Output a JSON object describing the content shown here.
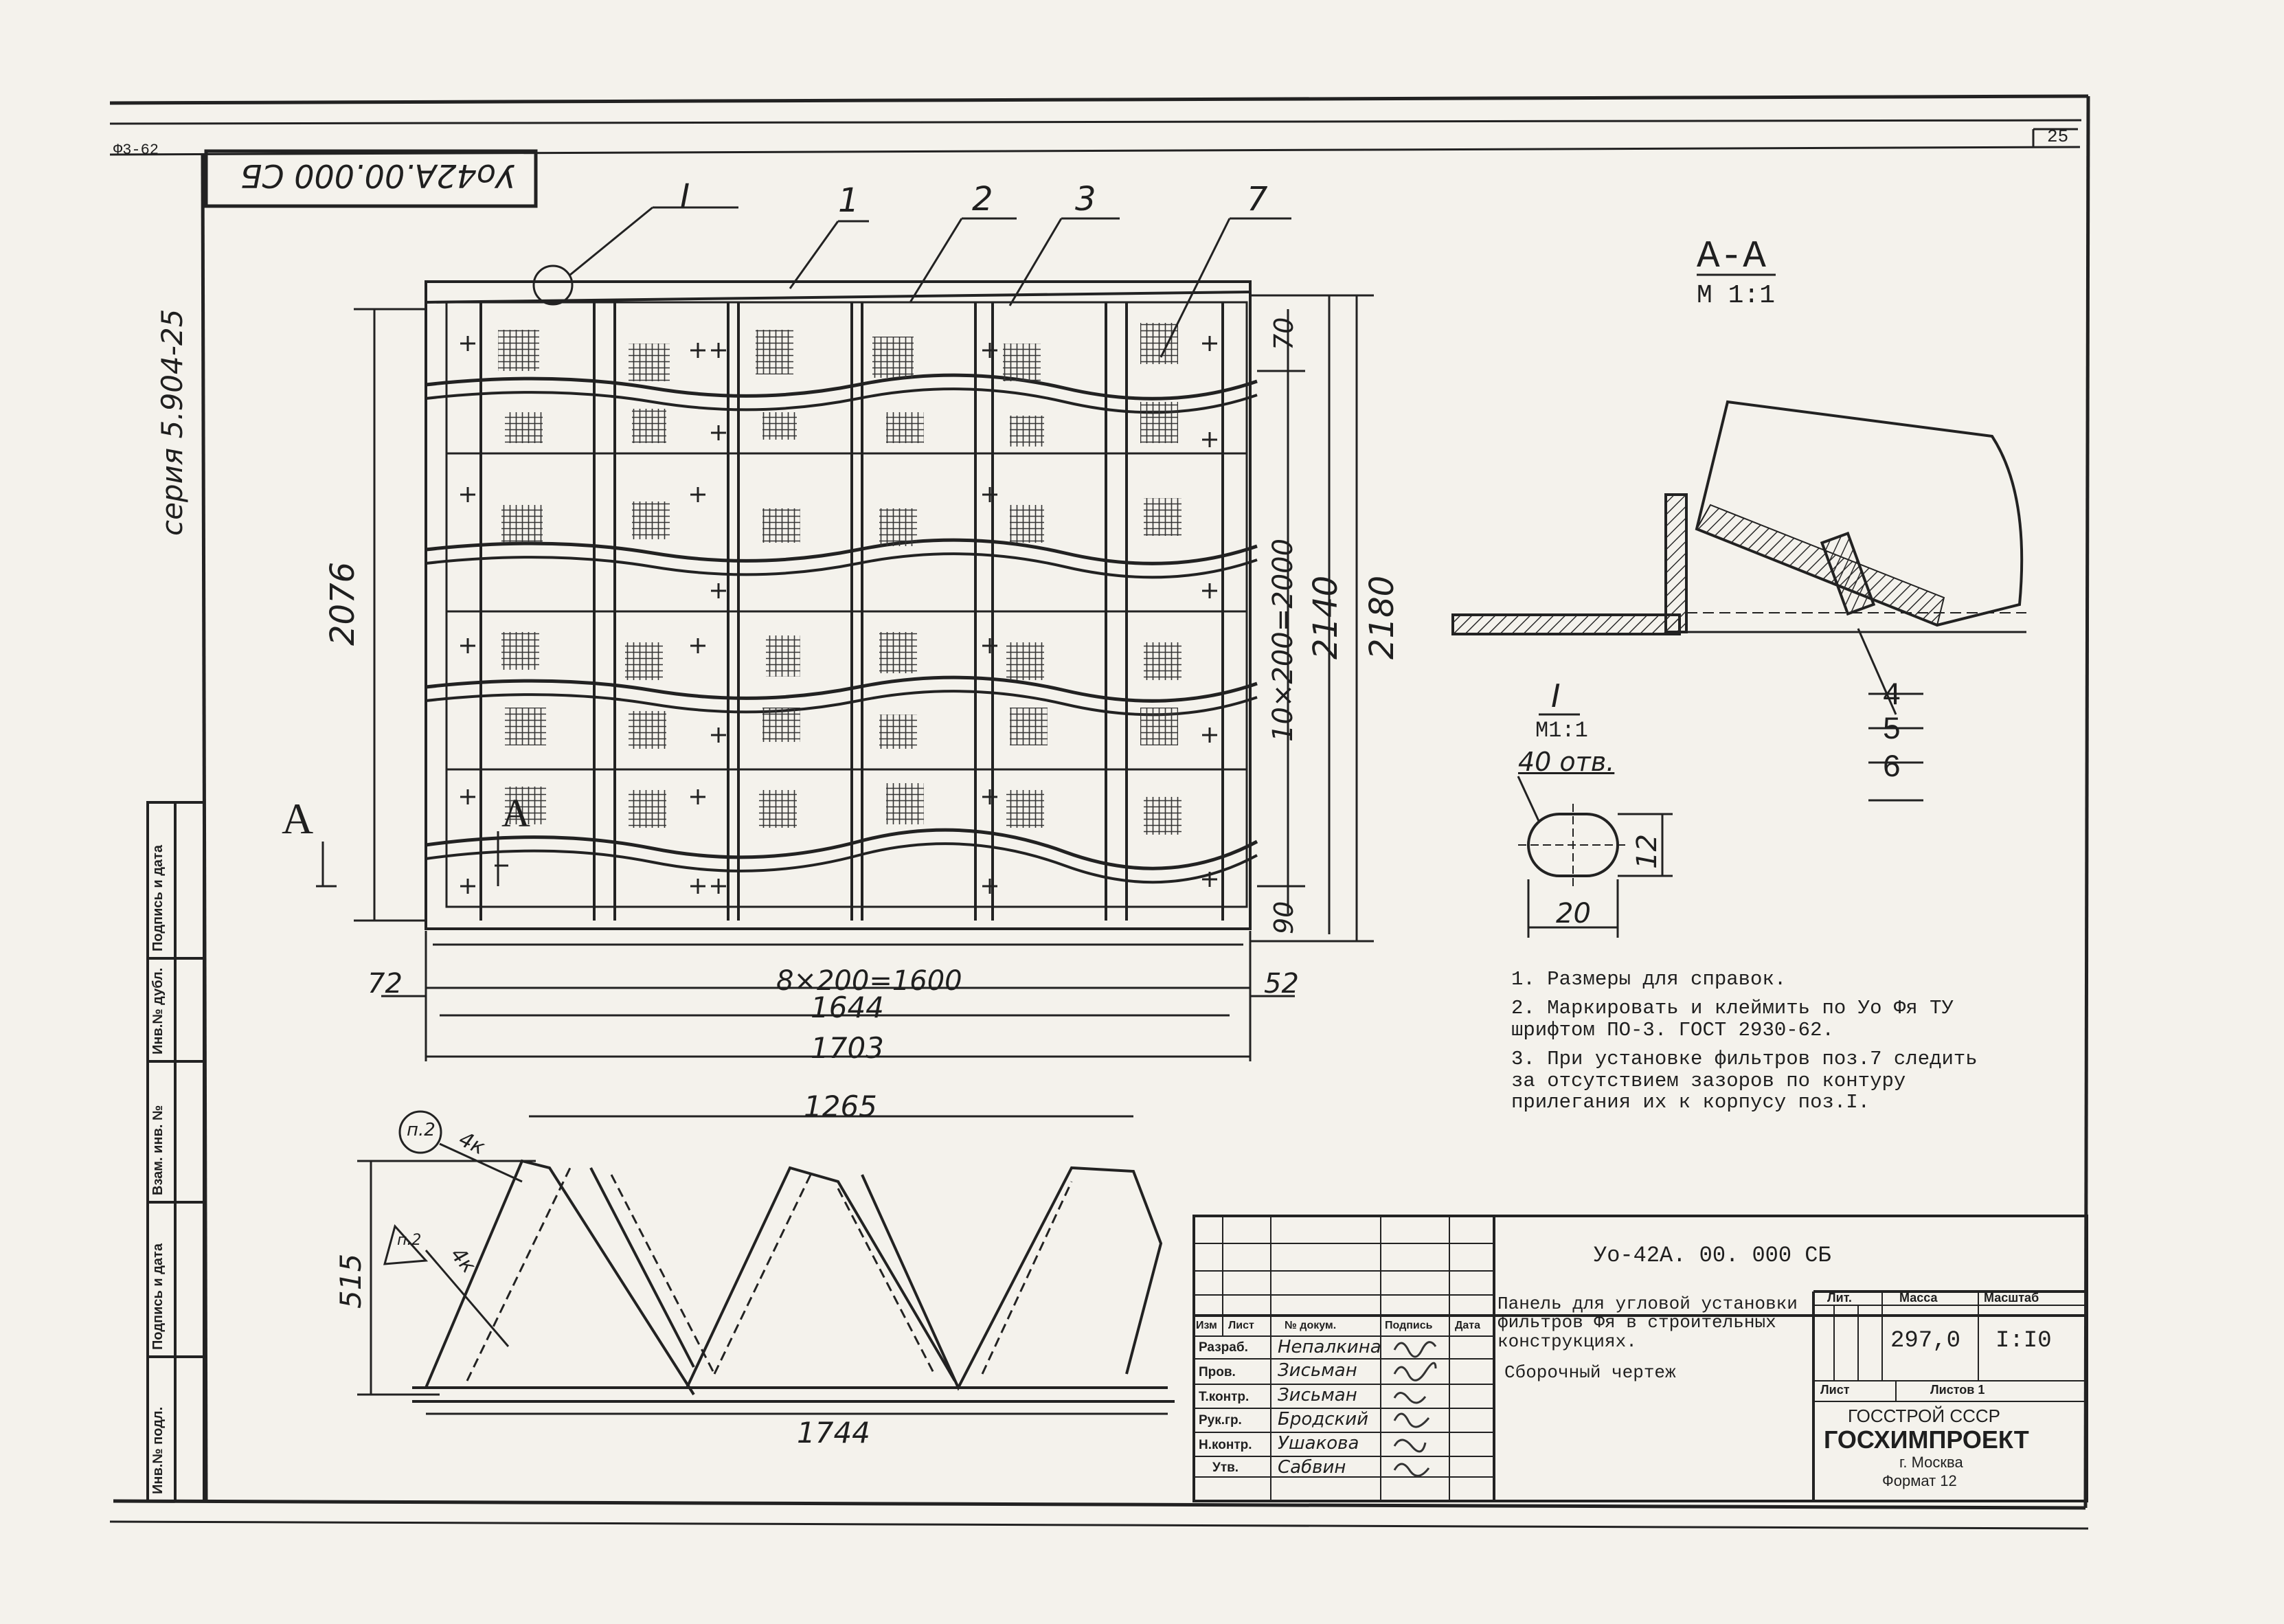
{
  "sheet": {
    "sheet_number": "25",
    "top_left_code": "Ф3-62",
    "doc_code_rotated": "Уо42А.00.000 СБ",
    "series": "серия 5.904-25"
  },
  "drawing": {
    "callouts": [
      "I",
      "1",
      "2",
      "3",
      "7"
    ],
    "section_mark": "А",
    "dims": {
      "height_overall": "2076",
      "pitch_total": "10×200=2000",
      "height_2140": "2140",
      "height_2180": "2180",
      "top_70": "70",
      "bottom_90": "90",
      "left_72": "72",
      "right_52": "52",
      "width_pitch": "8×200=1600",
      "width_1644": "1644",
      "width_1703": "1703",
      "side_1265": "1265",
      "side_515": "515",
      "side_1744": "1744"
    },
    "weld_note_circle": "п.2",
    "weld_note_tri": "п.2",
    "weld_size": "4к"
  },
  "section_aa": {
    "title": "А-А",
    "scale": "М 1:1",
    "positions": [
      "4",
      "5",
      "6"
    ]
  },
  "detail_i": {
    "title": "I",
    "scale": "М1:1",
    "holes": "40 отв.",
    "dim_20": "20",
    "dim_12": "12"
  },
  "notes": [
    "1. Размеры для справок.",
    "2. Маркировать и клеймить по Уо Фя ТУ шрифтом ПО-3. ГОСТ 2930-62.",
    "3. При установке фильтров поз.7 следить за отсутствием зазоров по контуру прилегания их к корпусу поз.I."
  ],
  "left_strip": [
    "Подпись и дата",
    "Инв.№ дубл.",
    "Взам. инв. №",
    "Подпись и дата",
    "Инв.№ подл."
  ],
  "title_block": {
    "doc_number": "Уо-42А. 00. 000 СБ",
    "title": "Панель для угловой установки фильтров Фя в строительных конструкциях.",
    "doc_type": "Сборочный чертеж",
    "headers": {
      "izm": "Изм",
      "list": "Лист",
      "docnum": "№ докум.",
      "sign": "Подпись",
      "date": "Дата"
    },
    "roles": [
      {
        "role": "Разраб.",
        "name": "Непалкина"
      },
      {
        "role": "Пров.",
        "name": "Зисьман"
      },
      {
        "role": "Т.контр.",
        "name": "Зисьман"
      },
      {
        "role": "Рук.гр.",
        "name": "Бродский"
      },
      {
        "role": "Н.контр.",
        "name": "Ушакова"
      },
      {
        "role": "Утв.",
        "name": "Сабвин"
      }
    ],
    "lit_label": "Лит.",
    "mass_label": "Масса",
    "scale_label": "Масштаб",
    "mass": "297,0",
    "scale": "I:I0",
    "sheet_label": "Лист",
    "sheets_label": "Листов 1",
    "org1": "ГОССТРОЙ СССР",
    "org2": "ГОСХИМПРОЕКТ",
    "city": "г. Москва",
    "format": "Формат 12"
  }
}
